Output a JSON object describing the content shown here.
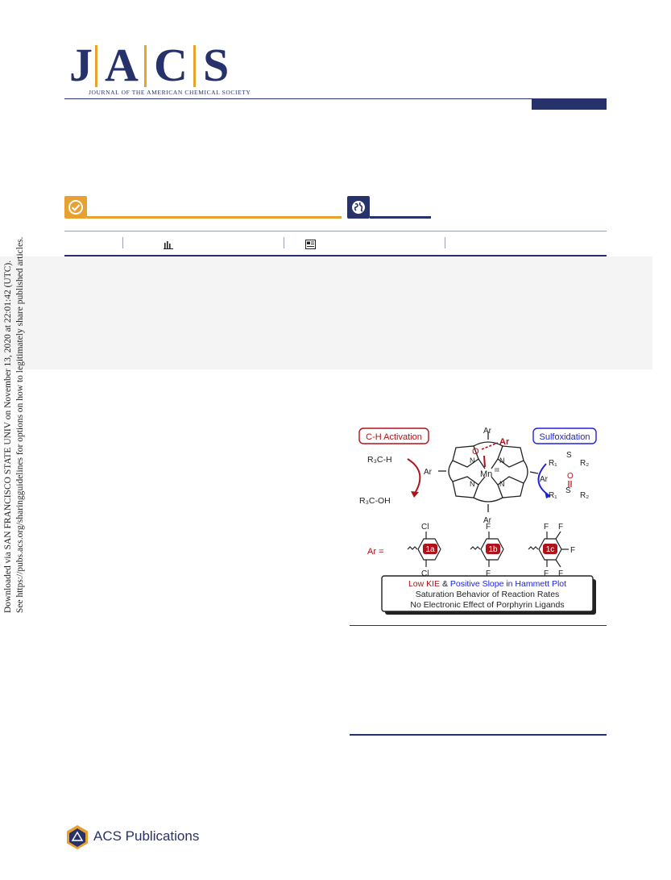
{
  "journal": {
    "letters": [
      "J",
      "A",
      "C",
      "S"
    ],
    "subtitle": "JOURNAL OF THE AMERICAN CHEMICAL SOCIETY"
  },
  "side_notice": {
    "line1": "Downloaded via SAN FRANCISCO STATE UNIV on November 13, 2020 at 22:01:42 (UTC).",
    "line2": "See https://pubs.acs.org/sharingguidelines for options on how to legitimately share published articles."
  },
  "graphic": {
    "left_box": "C-H Activation",
    "right_box": "Sulfoxidation",
    "substrate_left": "R₃C-H",
    "product_left": "R₃C-OH",
    "ar_label": "Ar",
    "metal": "Mn",
    "metal_ox": "III",
    "oxo": "O",
    "nitrogen": "N",
    "sulfur": "S",
    "r1": "R₁",
    "r2": "R₂",
    "ar_equals": "Ar =",
    "ligands": [
      "1a",
      "1b",
      "1c"
    ],
    "cl": "Cl",
    "f": "F",
    "summary_kie": "Low KIE",
    "summary_amp": " & ",
    "summary_slope": "Positive Slope in Hammett Plot",
    "summary_line2": "Saturation Behavior of Reaction Rates",
    "summary_line3": "No Electronic Effect of Porphyrin Ligands"
  },
  "footer": {
    "publisher": "ACS Publications"
  },
  "colors": {
    "navy": "#27326a",
    "gold": "#e8a031",
    "red": "#b0121b",
    "blue": "#1e22d8"
  }
}
